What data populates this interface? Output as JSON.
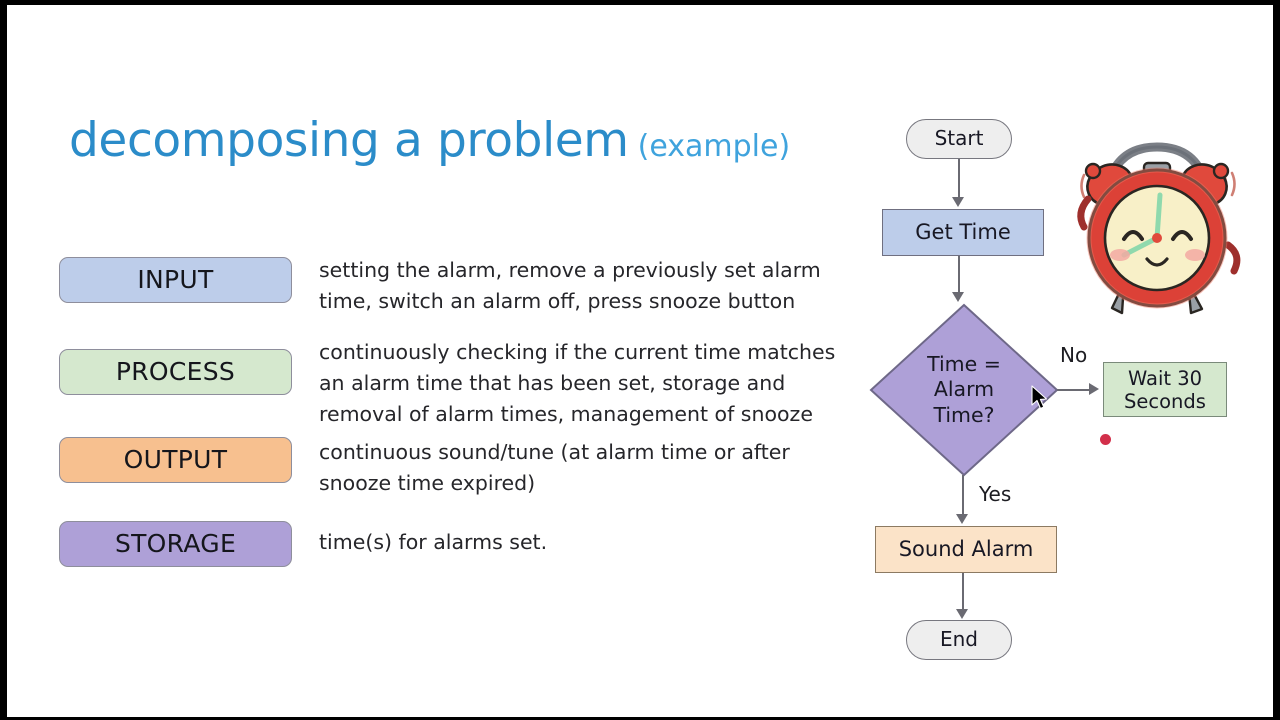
{
  "slide": {
    "title_main": "decomposing a problem",
    "title_sub": "(example)",
    "title_color": "#2b8cc9",
    "background": "#ffffff"
  },
  "categories": [
    {
      "label": "INPUT",
      "color": "#bdcdea",
      "description": "setting the alarm, remove a previously set alarm\ntime, switch an alarm off, press snooze button"
    },
    {
      "label": "PROCESS",
      "color": "#d5e8ce",
      "description": "continuously checking if the current time matches\nan alarm time that has been set, storage and\nremoval of alarm times, management of snooze"
    },
    {
      "label": "OUTPUT",
      "color": "#f7c08f",
      "description": "continuous sound/tune (at alarm time or after\nsnooze time expired)"
    },
    {
      "label": "STORAGE",
      "color": "#aea0d7",
      "description": "time(s) for alarms set."
    }
  ],
  "flowchart": {
    "nodes": {
      "start": {
        "label": "Start",
        "shape": "terminator",
        "color": "#eeeeee"
      },
      "get_time": {
        "label": "Get Time",
        "shape": "process",
        "color": "#bdcdea"
      },
      "decision": {
        "label": "Time =\nAlarm\nTime?",
        "shape": "decision",
        "color": "#aea0d7"
      },
      "wait": {
        "label": "Wait 30\nSeconds",
        "shape": "process",
        "color": "#d5e8ce"
      },
      "sound_alarm": {
        "label": "Sound Alarm",
        "shape": "process",
        "color": "#fbe3c8"
      },
      "end": {
        "label": "End",
        "shape": "terminator",
        "color": "#eeeeee"
      }
    },
    "edge_labels": {
      "no": "No",
      "yes": "Yes"
    }
  },
  "illustration": {
    "name": "cartoon-alarm-clock",
    "body_color": "#dc4137",
    "face_color": "#f8f0c8",
    "hand_color": "#8fd9ad"
  },
  "pointer": {
    "cursor": "arrow-cursor",
    "click_dot_color": "#d22f4a"
  }
}
